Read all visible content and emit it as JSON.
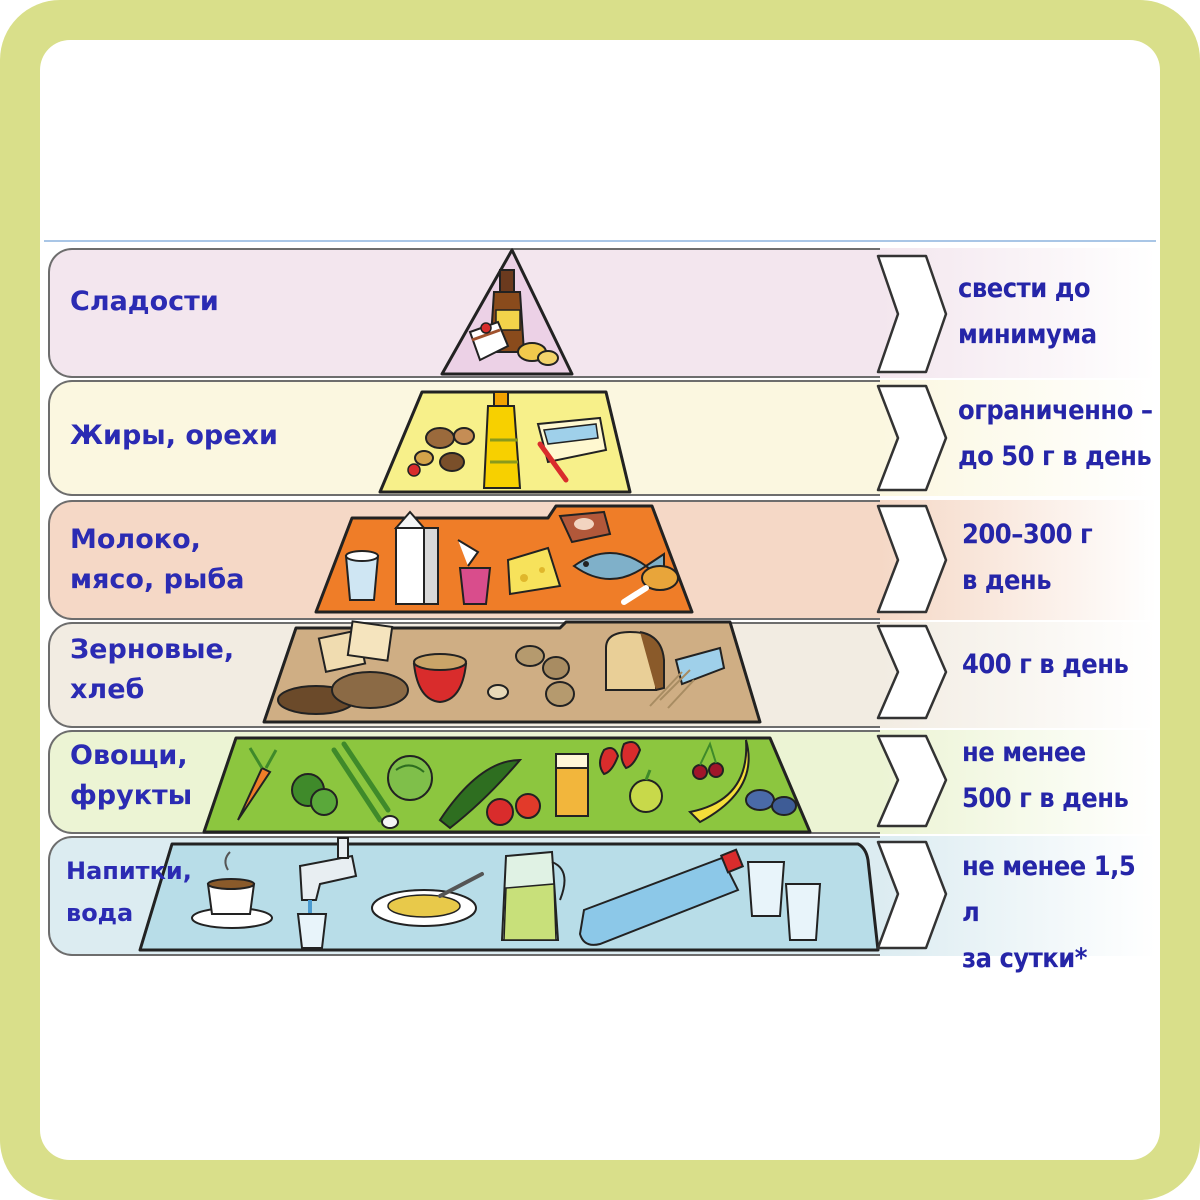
{
  "pyramid": {
    "levels": [
      {
        "label": "Сладости",
        "recommendation": "свести до\nминимума",
        "band_color": "#f3e6ee",
        "tier_color": "#ecd1e6"
      },
      {
        "label": "Жиры, орехи",
        "recommendation": "ограниченно –\nдо 50 г в день",
        "band_color": "#fbf7e0",
        "tier_color": "#f7f08a"
      },
      {
        "label": "Молоко,\nмясо, рыба",
        "recommendation": "200–300 г\nв день",
        "band_color": "#f5d8c6",
        "tier_color": "#ef7d28"
      },
      {
        "label": "Зерновые,\nхлеб",
        "recommendation": "400 г в день",
        "band_color": "#f2ece2",
        "tier_color": "#cfae84"
      },
      {
        "label": "Овощи,\nфрукты",
        "recommendation": "не менее\n500 г в день",
        "band_color": "#ecf4d4",
        "tier_color": "#8cc63f"
      },
      {
        "label": "Напитки,\nвода",
        "recommendation": "не менее 1,5 л\nза сутки*",
        "band_color": "#dcecf1",
        "tier_color": "#b8dde8"
      }
    ]
  },
  "food_icons": [
    "bottle-icon",
    "cake-icon",
    "chips-icon",
    "nuts-icon",
    "oil-bottle-icon",
    "butter-icon",
    "yogurt-icon",
    "milk-carton-icon",
    "cheese-icon",
    "steak-icon",
    "fish-icon",
    "chicken-leg-icon",
    "crackers-icon",
    "bread-icon",
    "cereal-bowl-icon",
    "potato-icon",
    "loaf-icon",
    "grain-box-icon",
    "carrot-icon",
    "broccoli-icon",
    "green-onion-icon",
    "cucumber-icon",
    "tomato-icon",
    "juice-glass-icon",
    "strawberry-icon",
    "cherry-icon",
    "apple-icon",
    "banana-icon",
    "plum-icon",
    "coffee-cup-icon",
    "faucet-icon",
    "soup-plate-icon",
    "jug-icon",
    "water-bottle-icon",
    "water-glass-icon"
  ]
}
